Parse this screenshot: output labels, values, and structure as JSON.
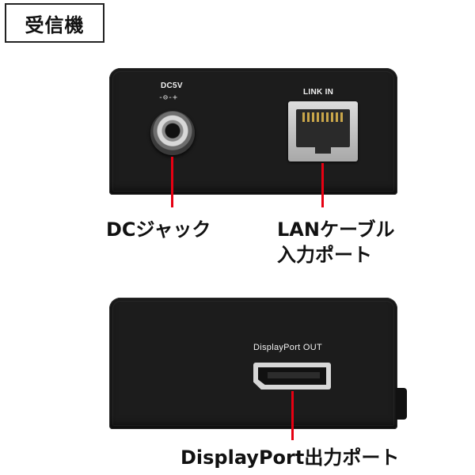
{
  "header": {
    "title": "受信機"
  },
  "top_device": {
    "dc_label": "DC5V",
    "dc_symbol": "-⊖-+",
    "lan_label": "LINK IN"
  },
  "bottom_device": {
    "dp_label": "DisplayPort OUT"
  },
  "callouts": {
    "dc_jack": "DCジャック",
    "lan_line1": "LANケーブル",
    "lan_line2": "入力ポート",
    "dp_out": "DisplayPort出力ポート"
  },
  "colors": {
    "leader": "#e60012",
    "device": "#1c1c1c"
  },
  "icons": [
    "dc-jack-icon",
    "rj45-port-icon",
    "displayport-icon"
  ]
}
